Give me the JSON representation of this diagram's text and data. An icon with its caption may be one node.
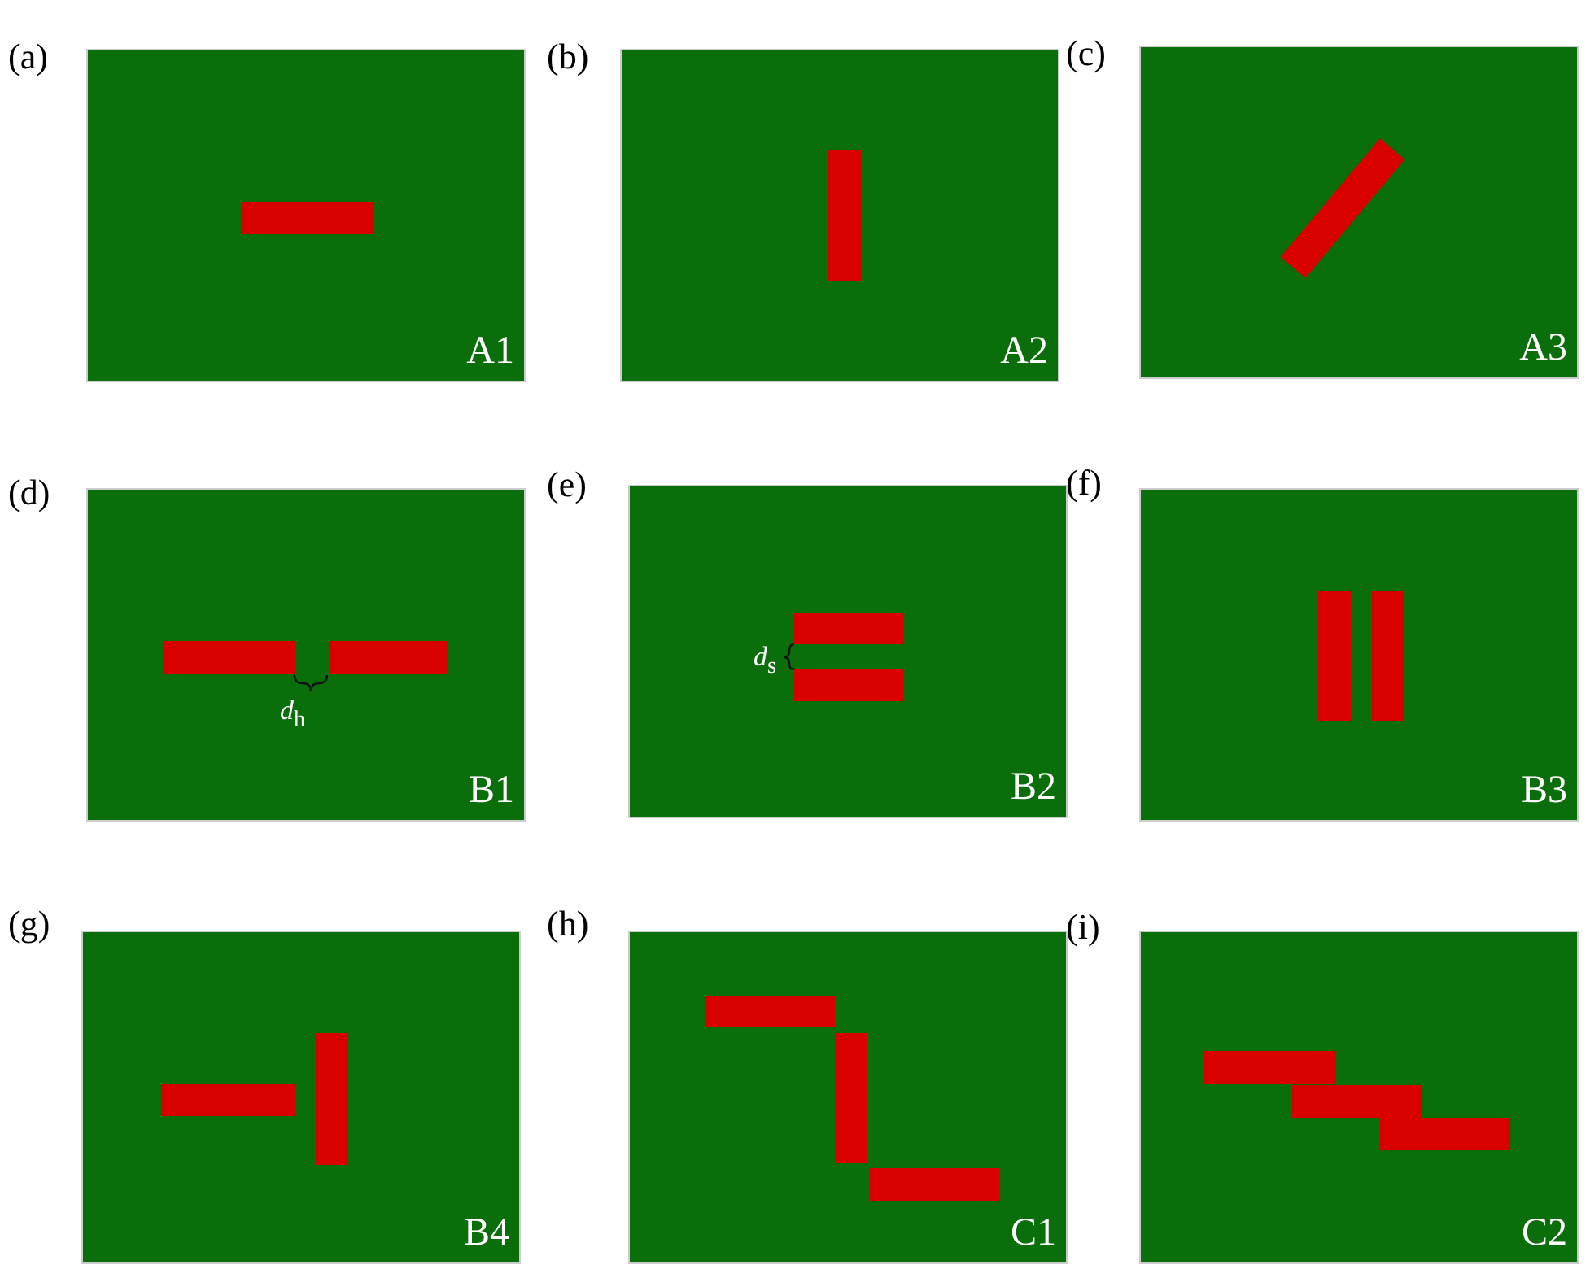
{
  "diagram": {
    "nodes": [
      {
        "text": [
          "(a)",
          "A1"
        ]
      },
      {
        "text": [
          "(b)",
          "A2"
        ]
      },
      {
        "text": [
          "(c)",
          "A3"
        ]
      },
      {
        "text": [
          "(d)",
          "*d*$_{h}$",
          "B1"
        ]
      },
      {
        "text": [
          "(e)",
          "*d*$_{s}$",
          "B2"
        ]
      },
      {
        "text": [
          "(f)",
          "B3"
        ]
      },
      {
        "text": [
          "(g)",
          "B4"
        ]
      },
      {
        "text": [
          "(h)",
          "C1"
        ]
      },
      {
        "text": [
          "(i)",
          "C2"
        ]
      }
    ]
  }
}
